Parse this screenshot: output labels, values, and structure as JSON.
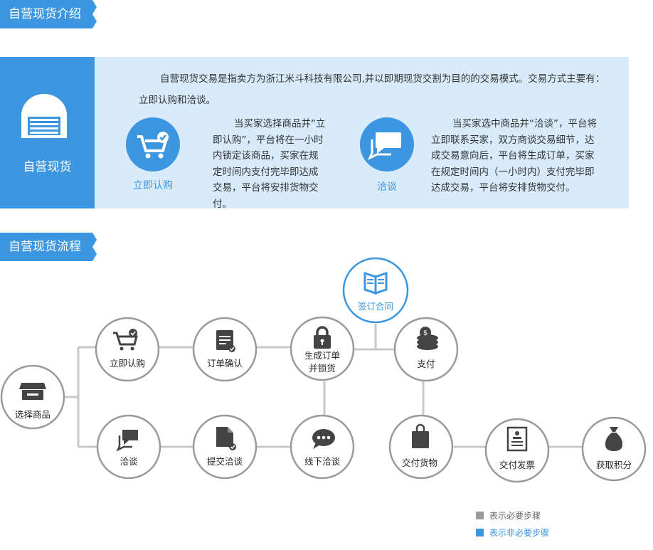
{
  "colors": {
    "brand_blue": "#3d96e0",
    "light_blue_panel": "#d7ebfb",
    "gray_line": "#c8c8c8",
    "node_border": "#9a9a9a"
  },
  "section_intro": {
    "header": "自营现货介绍",
    "side_title": "自营现货",
    "description": "自营现货交易是指卖方为浙江米斗科技有限公司,并以即期现货交割为目的的交易模式。交易方式主要有：立即认购和洽谈。",
    "modes": [
      {
        "icon": "cart-check-icon",
        "label": "立即认购",
        "text": "当买家选择商品并“立即认购”，平台将在一小时内锁定该商品，买家在规定时间内支付完毕即达成交易，平台将安排货物交付。"
      },
      {
        "icon": "chat-bubbles-icon",
        "label": "洽谈",
        "text": "当买家选中商品并“洽谈”，平台将立即联系买家，双方商谈交易细节，达成交易意向后，平台将生成订单，买家在规定时间内（一小时内）支付完毕即达成交易，平台将安排货物交付。"
      }
    ]
  },
  "section_flow": {
    "header": "自营现货流程",
    "nodes": [
      {
        "id": "select",
        "label": "选择商品",
        "icon": "store-icon",
        "required": true
      },
      {
        "id": "buy",
        "label": "立即认购",
        "icon": "cart-check-icon",
        "required": true
      },
      {
        "id": "confirm",
        "label": "订单确认",
        "icon": "clipboard-check-icon",
        "required": true
      },
      {
        "id": "lock",
        "label": "生成订单 并锁货",
        "icon": "padlock-icon",
        "required": true
      },
      {
        "id": "contract",
        "label": "签订合同",
        "icon": "open-book-icon",
        "required": false
      },
      {
        "id": "pay",
        "label": "支付",
        "icon": "coins-icon",
        "required": true
      },
      {
        "id": "negotiate",
        "label": "洽谈",
        "icon": "chat-bubbles-icon",
        "required": true
      },
      {
        "id": "submit",
        "label": "提交洽谈",
        "icon": "document-check-icon",
        "required": true
      },
      {
        "id": "offline",
        "label": "线下洽谈",
        "icon": "speech-dots-icon",
        "required": true
      },
      {
        "id": "deliver",
        "label": "交付货物",
        "icon": "shopping-bag-icon",
        "required": true
      },
      {
        "id": "invoice",
        "label": "交付发票",
        "icon": "invoice-icon",
        "required": true
      },
      {
        "id": "points",
        "label": "获取积分",
        "icon": "money-bag-icon",
        "required": true
      }
    ],
    "legend": [
      {
        "label": "表示必要步骤",
        "color": "#9a9a9a"
      },
      {
        "label": "表示非必要步骤",
        "color": "#3d96e0"
      }
    ]
  }
}
